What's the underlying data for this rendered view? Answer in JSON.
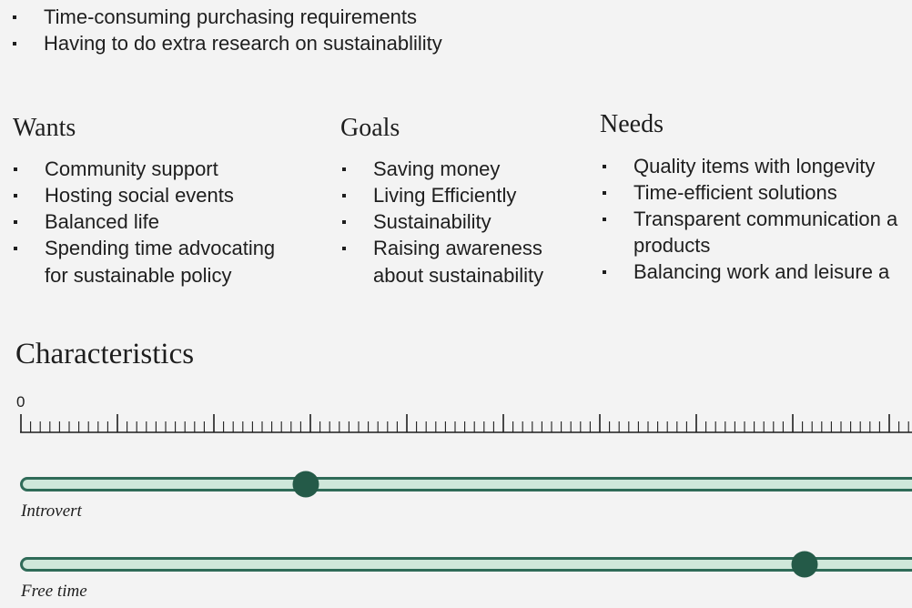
{
  "pains": {
    "items": [
      "Time-consuming purchasing requirements",
      "Having to do extra research on sustainablility"
    ]
  },
  "wants": {
    "title": "Wants",
    "items": [
      "Community support",
      "Hosting social events",
      "Balanced life",
      "Spending time advocating",
      "for sustainable policy"
    ]
  },
  "goals": {
    "title": "Goals",
    "items": [
      "Saving money",
      "Living Efficiently",
      "Sustainability",
      "Raising awareness",
      "about sustainability"
    ]
  },
  "needs": {
    "title": "Needs",
    "items": [
      "Quality items with longevity",
      "Time-efficient solutions",
      "Transparent communication a",
      "products",
      "Balancing work and leisure a"
    ]
  },
  "characteristics": {
    "title": "Characteristics",
    "scale_start_label": "0",
    "sliders": [
      {
        "label": "Introvert",
        "value_fraction": 0.32
      },
      {
        "label": "Free time",
        "value_fraction": 0.88
      }
    ]
  },
  "colors": {
    "track_fill": "#cfe7da",
    "track_border": "#2f6b58",
    "thumb": "#245a48",
    "text": "#1e1e1e",
    "background": "#f3f3f3"
  }
}
